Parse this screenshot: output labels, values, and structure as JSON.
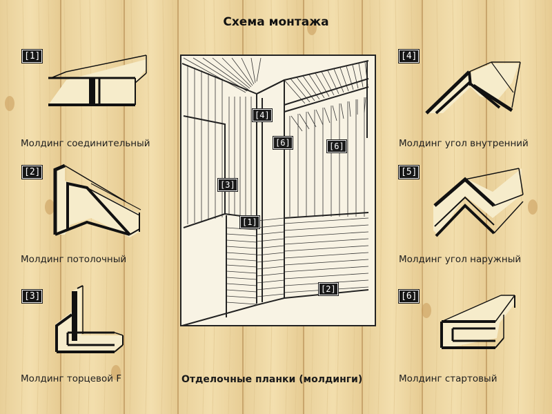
{
  "title": "Схема монтажа",
  "main_caption": "Отделочные планки (молдинги)",
  "colors": {
    "wood_light": "#f1dcaa",
    "wood_dark": "#dcbd84",
    "ink": "#161616"
  },
  "items": [
    {
      "badge": "[1]",
      "label": "Молдинг соединительный",
      "icon": "connecting-molding-icon"
    },
    {
      "badge": "[2]",
      "label": "Молдинг потолочный",
      "icon": "ceiling-molding-icon"
    },
    {
      "badge": "[3]",
      "label": "Молдинг торцевой F",
      "icon": "end-f-molding-icon"
    },
    {
      "badge": "[4]",
      "label": "Молдинг угол внутренний",
      "icon": "inner-corner-molding-icon"
    },
    {
      "badge": "[5]",
      "label": "Молдинг угол наружный",
      "icon": "outer-corner-molding-icon"
    },
    {
      "badge": "[6]",
      "label": "Молдинг стартовый",
      "icon": "starter-molding-icon"
    }
  ],
  "room_labels": [
    "[4]",
    "[6]",
    "[6]",
    "[3]",
    "[1]",
    "[2]"
  ]
}
